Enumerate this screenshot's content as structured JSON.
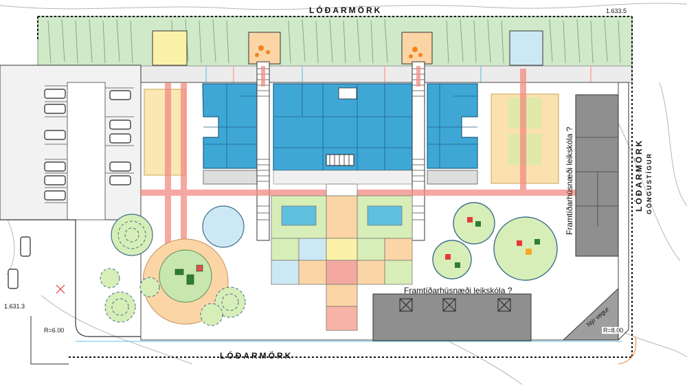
{
  "labels": {
    "boundary_top": "LÓÐARMÖRK",
    "boundary_bottom": "LÓÐARMÖRK",
    "boundary_right": "LÓÐARMÖRK",
    "footpath_right": "GÖNGUSTÍGUR",
    "future_building_1": "Framtíðarhúsnæði leikskóla ?",
    "future_building_2": "Framtíðarhúsnæði leikskóla ?",
    "new_road": "Nýr vegur",
    "elevation_top_right": "1.633.5",
    "elevation_left": "1.631.3",
    "radius_left": "R=6.00",
    "radius_right": "R=8.00"
  },
  "colors": {
    "planting": "#cfe9c9",
    "building": "#3fa7d6",
    "axis": "#f28b82",
    "orange_pad": "#fbd5a5",
    "yellow_pad": "#fbf2a8",
    "green_pad": "#d8eeb8",
    "grey_building": "#8f8f8f",
    "path_grey": "#e6e6e6"
  }
}
